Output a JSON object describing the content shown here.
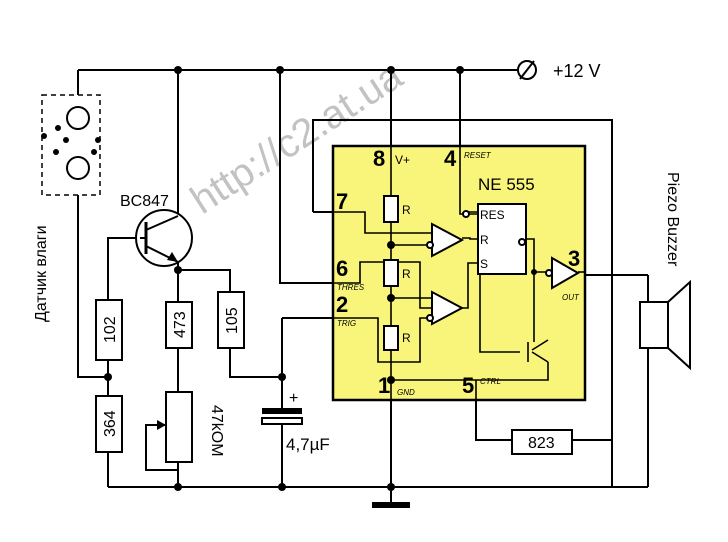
{
  "watermark": "http://c2.at.ua",
  "supply": {
    "label": "+12 V"
  },
  "chip": {
    "name": "NE 555",
    "pin8": "8",
    "pin8_label": "V+",
    "pin4": "4",
    "pin4_label": "RESET",
    "pin7": "7",
    "pin6": "6",
    "pin6_label": "THRES",
    "pin2": "2",
    "pin2_label": "TRIG",
    "pin1": "1",
    "pin1_label": "GND",
    "pin5": "5",
    "pin5_label": "CTRL",
    "pin3": "3",
    "pin3_label": "OUT",
    "r_label": "R",
    "res_label": "RES",
    "s_label": "S",
    "fill_color": "#f8f57a"
  },
  "transistor": {
    "label": "BC847"
  },
  "sensor": {
    "label": "Датчик влаги"
  },
  "resistors": {
    "r102": "102",
    "r364": "364",
    "r473": "473",
    "r105": "105",
    "r823": "823"
  },
  "pot": {
    "label": "47kOM"
  },
  "capacitor": {
    "label": "4,7µF",
    "polarity": "+"
  },
  "buzzer": {
    "label": "Piezo Buzzer"
  }
}
